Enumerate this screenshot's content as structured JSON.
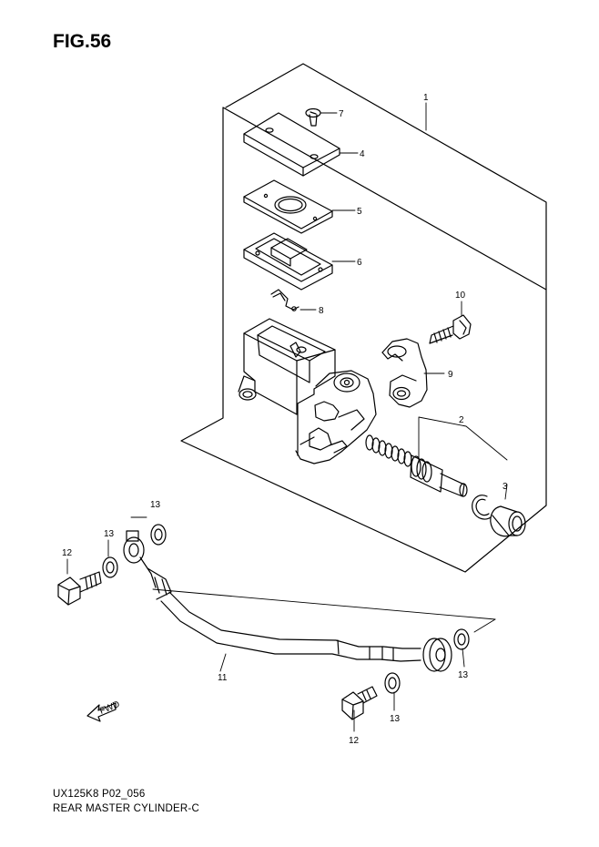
{
  "figure": {
    "title": "FIG.56",
    "code": "UX125K8 P02_056",
    "name": "REAR MASTER CYLINDER-C",
    "fwd_text": "FWD"
  },
  "callouts": {
    "c1": "1",
    "c2": "2",
    "c3": "3",
    "c4": "4",
    "c5": "5",
    "c6": "6",
    "c7": "7",
    "c8": "8",
    "c9": "9",
    "c10": "10",
    "c11": "11",
    "c12a": "12",
    "c12b": "12",
    "c13a": "13",
    "c13b": "13",
    "c13c": "13",
    "c13d": "13"
  }
}
